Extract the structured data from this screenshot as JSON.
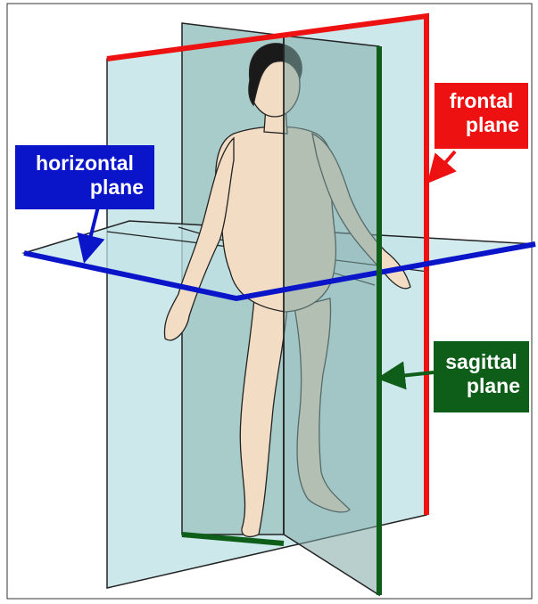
{
  "labels": {
    "frontal": {
      "line1": "frontal",
      "line2": "plane"
    },
    "horizontal": {
      "line1": "horizontal",
      "line2": "plane"
    },
    "sagittal": {
      "line1": "sagittal",
      "line2": "plane"
    }
  },
  "colors": {
    "frontal": "#ee1111",
    "horizontal": "#0a14c8",
    "sagittal": "#0e5e1a",
    "plane_fill": "#c3e4e8",
    "skin": "#f2dcc4"
  }
}
